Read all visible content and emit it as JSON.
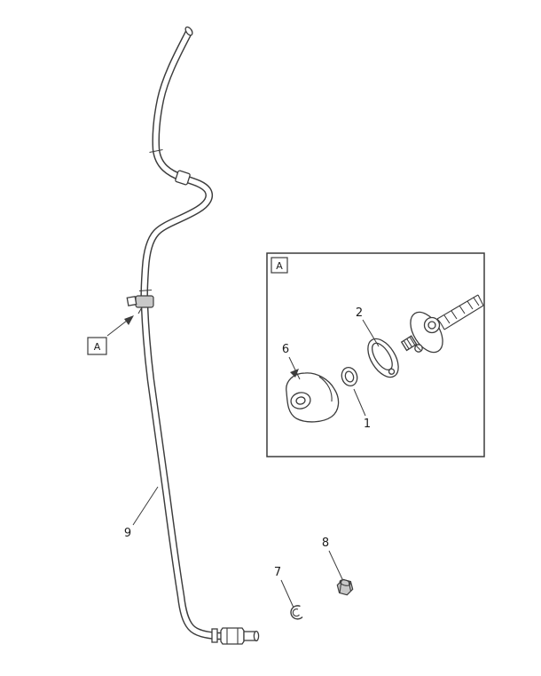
{
  "figure": {
    "colors": {
      "background": "#ffffff",
      "line_color": "#3c3c3c",
      "shade": "#c8c8c8"
    },
    "detail_view_label": "A",
    "reference_label": "A",
    "callouts": {
      "c1": "1",
      "c2": "2",
      "c6": "6",
      "c7": "7",
      "c8": "8",
      "c9": "9"
    }
  }
}
